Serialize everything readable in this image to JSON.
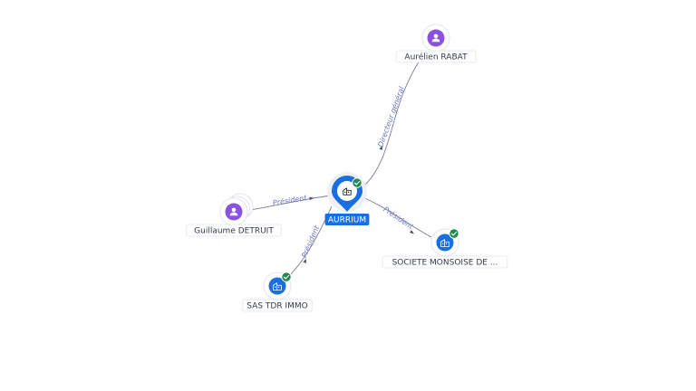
{
  "center": {
    "label": "AURRIUM",
    "type": "company",
    "verified": true
  },
  "nodes": [
    {
      "id": "aurelien",
      "label": "Aurélien RABAT",
      "type": "person",
      "verified": false
    },
    {
      "id": "guillaume",
      "label": "Guillaume DETRUIT",
      "type": "person",
      "verified": false,
      "stacked": true
    },
    {
      "id": "tdr",
      "label": "SAS TDR IMMO",
      "type": "company",
      "verified": true
    },
    {
      "id": "monsoise",
      "label": "SOCIETE MONSOISE DE ...",
      "type": "company",
      "verified": true
    }
  ],
  "edges": [
    {
      "from": "center",
      "to": "aurelien",
      "label": "Directeur général"
    },
    {
      "from": "guillaume",
      "to": "center",
      "label": "Président"
    },
    {
      "from": "tdr",
      "to": "center",
      "label": "Président"
    },
    {
      "from": "center",
      "to": "monsoise",
      "label": "Président"
    }
  ],
  "colors": {
    "person": "#8b52e0",
    "company": "#1a6fe0",
    "verified": "#1f8a4c",
    "edge_label": "#6b72c9"
  },
  "icons": {
    "person": "person-icon",
    "company": "building-icon",
    "verified": "verified-check-icon"
  }
}
